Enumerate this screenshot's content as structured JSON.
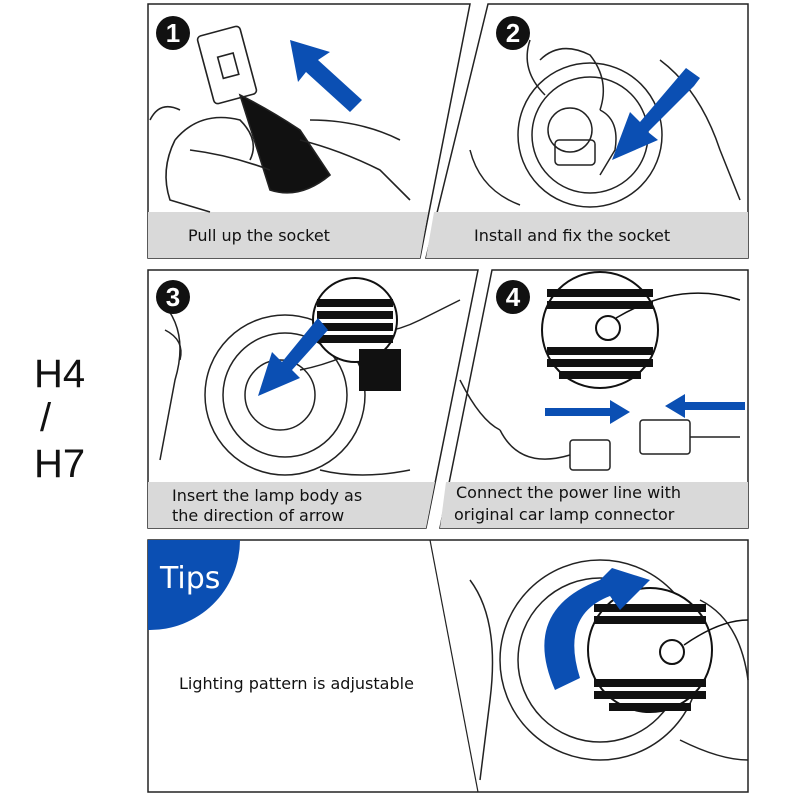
{
  "side_label": {
    "line1": "H4",
    "line2": "/",
    "line3": "H7"
  },
  "steps": [
    {
      "number": "1",
      "caption": "Pull up the socket"
    },
    {
      "number": "2",
      "caption": "Install and fix the socket"
    },
    {
      "number": "3",
      "caption_line1": "Insert the lamp body as",
      "caption_line2": "the direction of arrow"
    },
    {
      "number": "4",
      "caption_line1": "Connect the power line with",
      "caption_line2": "original car lamp connector"
    }
  ],
  "tips": {
    "badge": "Tips",
    "text": "Lighting pattern is adjustable"
  },
  "colors": {
    "accent_blue": "#0b4fb3",
    "caption_bg": "#d9d9d9",
    "line": "#222222"
  }
}
